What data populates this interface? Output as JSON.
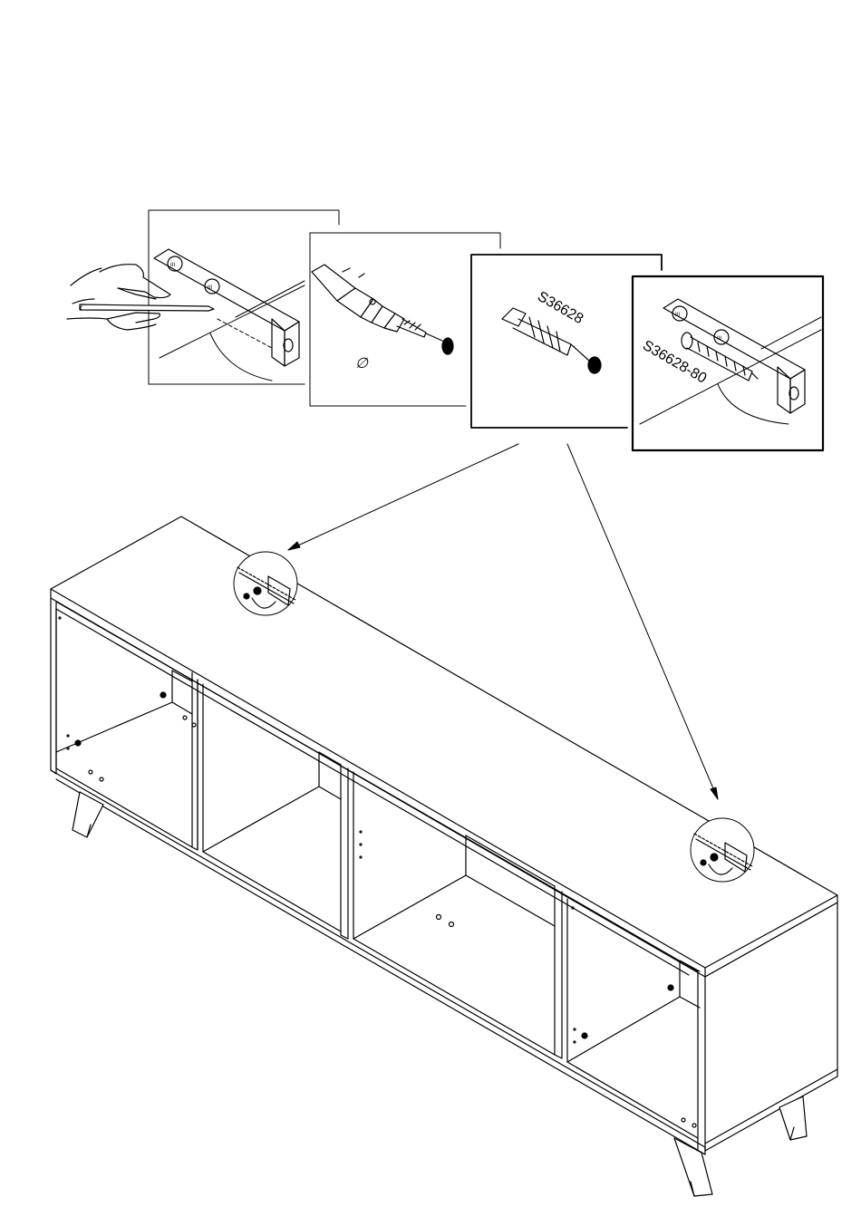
{
  "labels": {
    "anchor_code": "S36628",
    "screw_code": "S36628-80",
    "drill_symbol": "∅",
    "bracket_mark": "III"
  },
  "colors": {
    "ink": "#000000",
    "paper": "#ffffff"
  },
  "steps": [
    {
      "name": "mark-holes",
      "icon": "hand-pencil-icon"
    },
    {
      "name": "drill-hole",
      "icon": "drill-icon"
    },
    {
      "name": "insert-anchor",
      "icon": "wall-plug-icon"
    },
    {
      "name": "screw-bracket",
      "icon": "screw-icon"
    }
  ]
}
